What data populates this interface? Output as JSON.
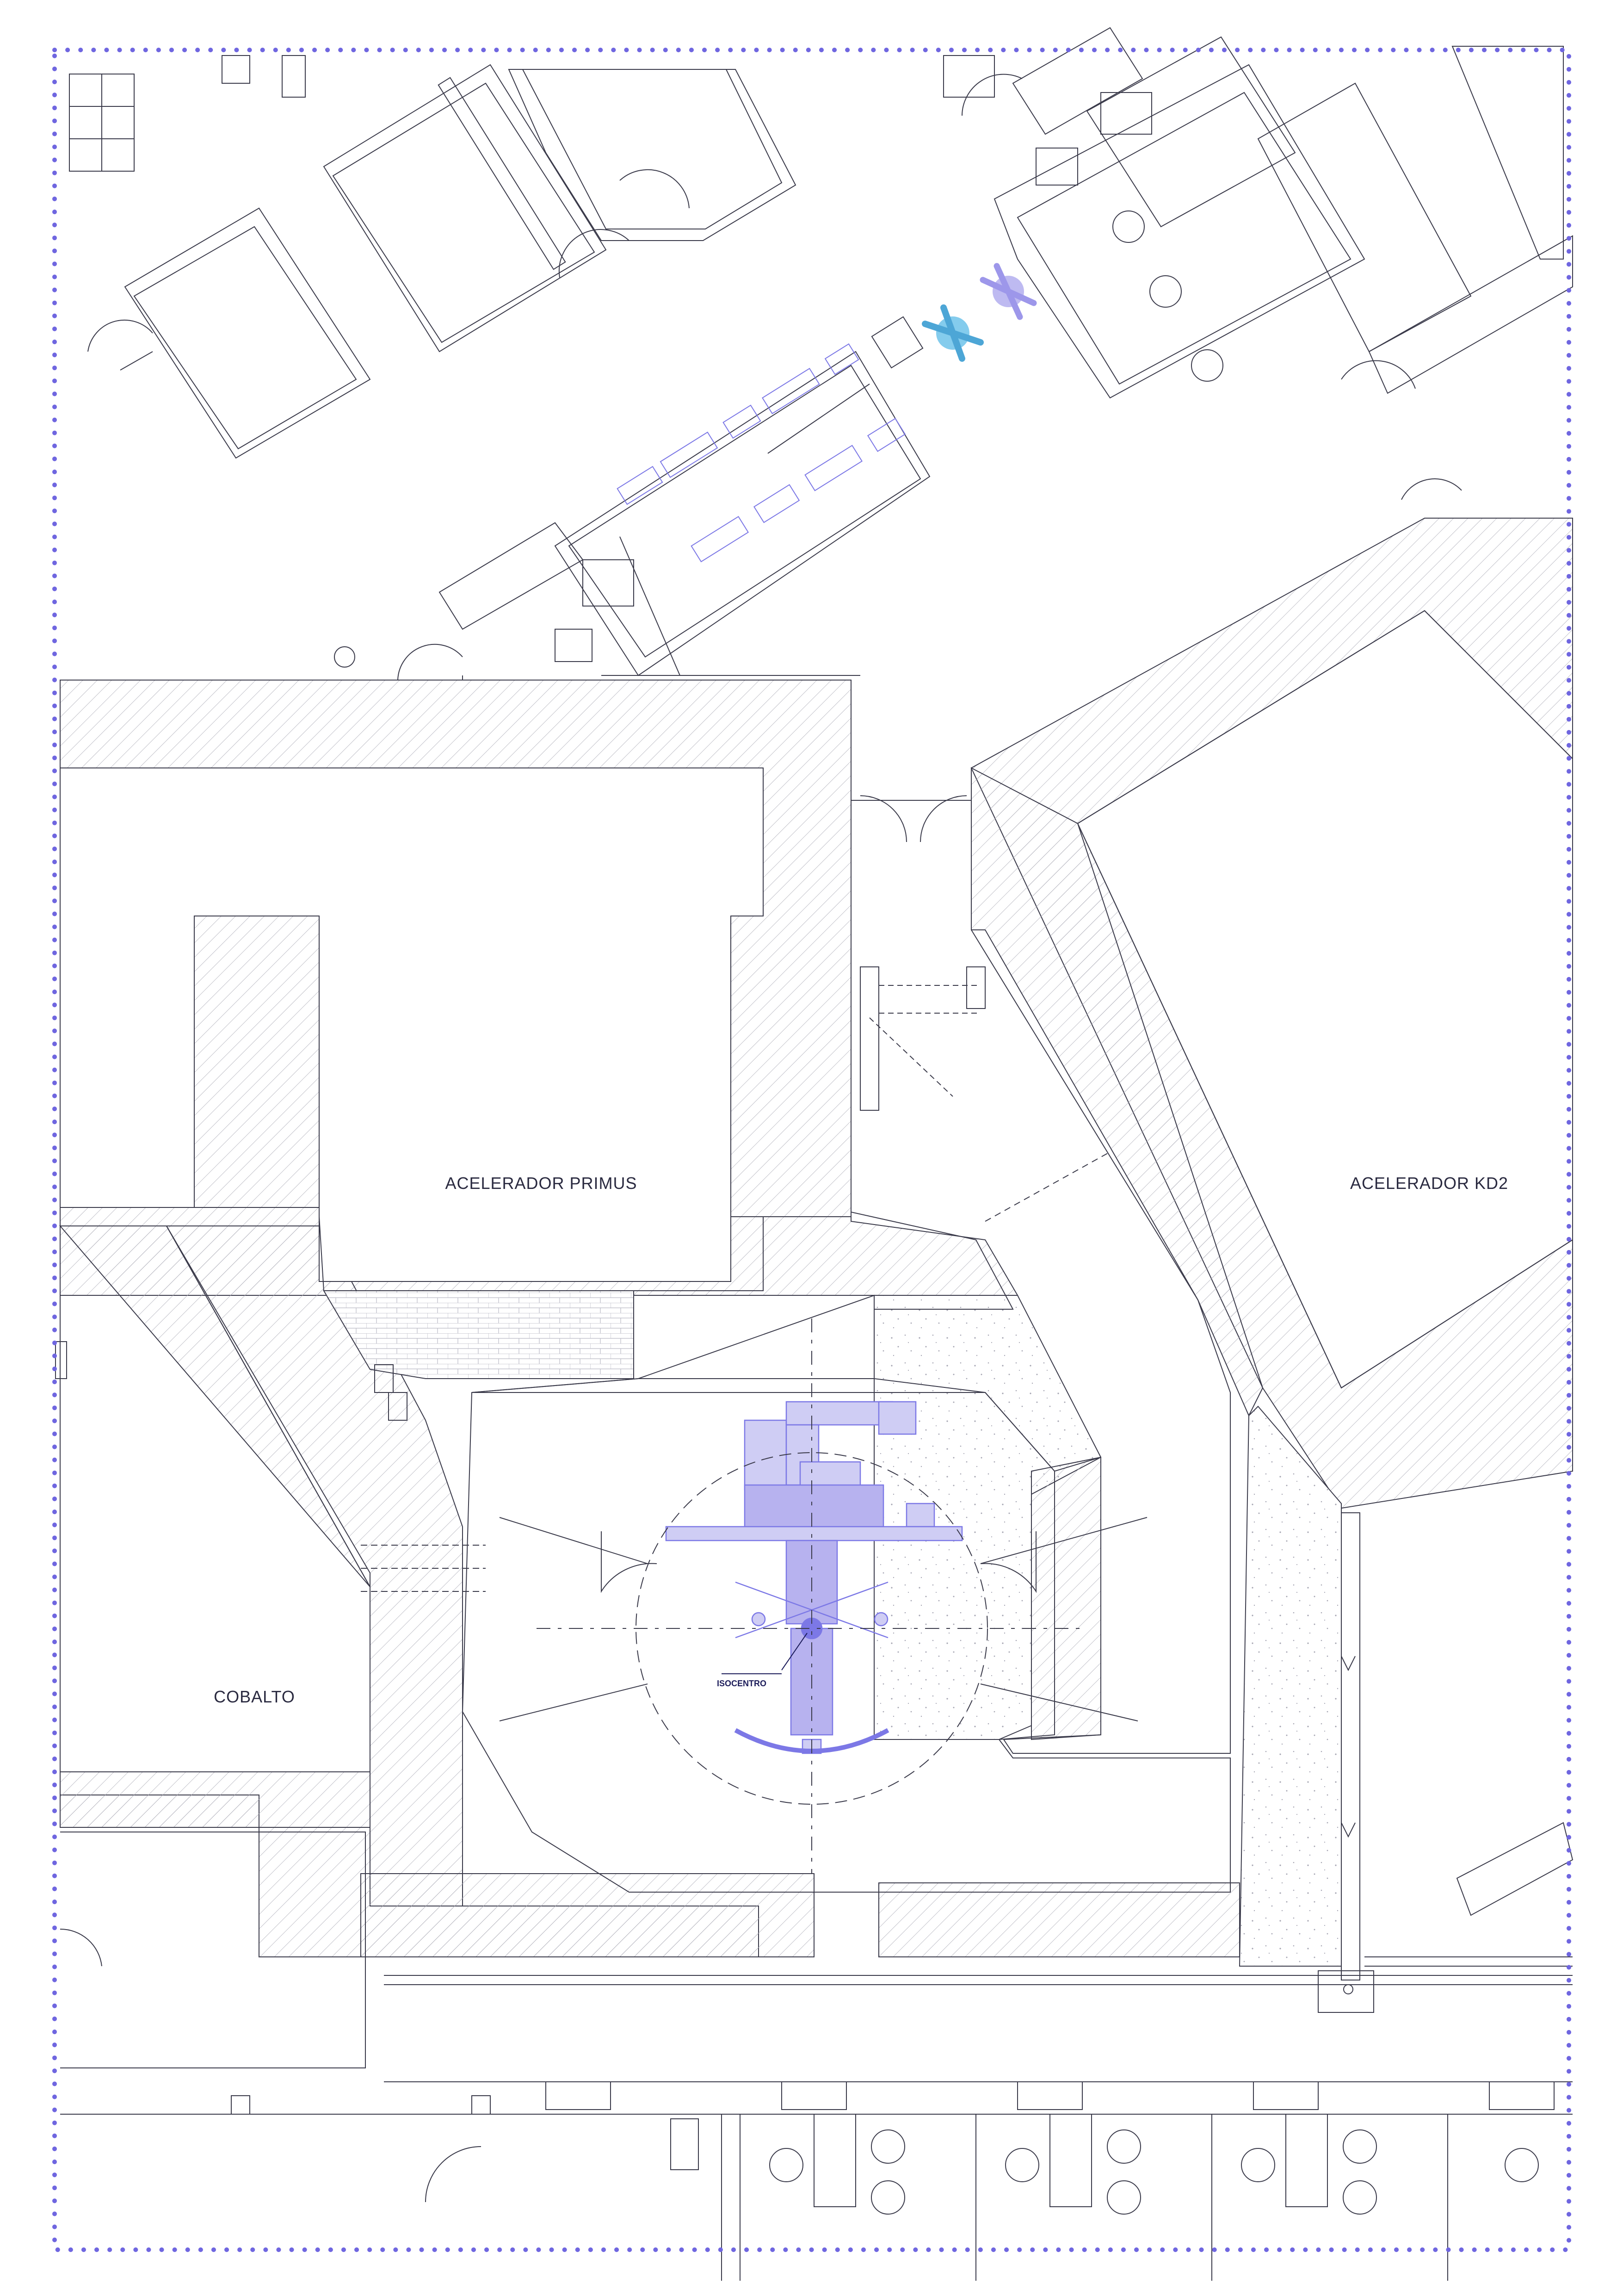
{
  "rooms": {
    "primus": "ACELERADOR PRIMUS",
    "kd2": "ACELERADOR KD2",
    "cobalto": "COBALTO"
  },
  "isocenter_label": "ISOCENTRO",
  "colors": {
    "border_dots": "#6f66e0",
    "line": "#3a3a4a",
    "hatch": "#9a9aa8",
    "equipment": "#7c78e6",
    "equipment_fill": "#cfcdf4",
    "figure_cyan": "#6fc3ea",
    "figure_violet": "#b7b2ef"
  }
}
